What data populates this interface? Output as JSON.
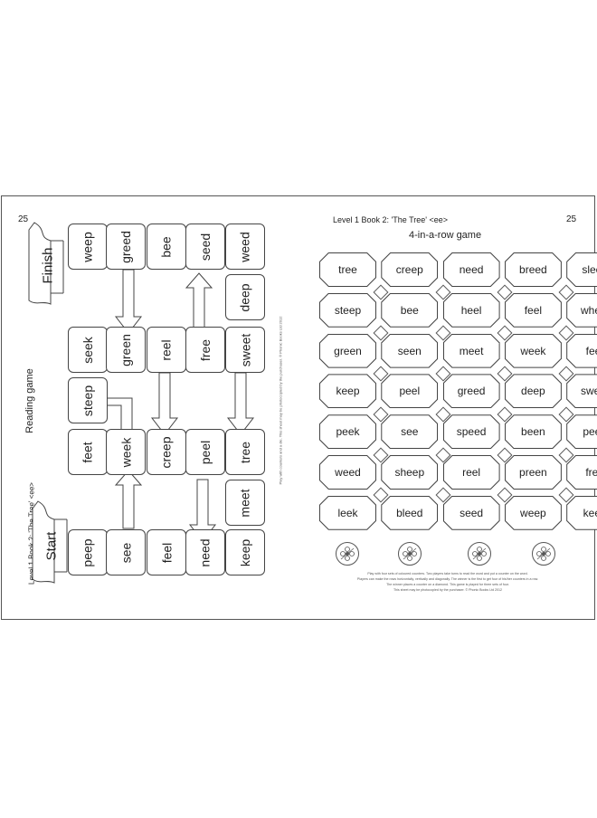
{
  "left_page": {
    "page_number": "25",
    "vertical_title": "Level 1 Book 2:  'The Tree'  <ee>",
    "game_title": "Reading game",
    "finish_label": "Finish",
    "start_label": "Start",
    "copyright": "Play with counters and a die.  This sheet may be photocopied by the purchaser.  © Phonic Books Ltd 2012",
    "rows": [
      [
        "weep",
        "greed",
        "bee",
        "seed",
        "weed"
      ],
      [
        "",
        "",
        "",
        "",
        "deep"
      ],
      [
        "seek",
        "green",
        "reel",
        "free",
        "sweet"
      ],
      [
        "steep",
        "",
        "",
        "",
        ""
      ],
      [
        "feet",
        "week",
        "creep",
        "peel",
        "tree"
      ],
      [
        "",
        "",
        "",
        "",
        "meet"
      ],
      [
        "peep",
        "see",
        "feel",
        "need",
        "keep"
      ]
    ]
  },
  "right_page": {
    "page_number": "25",
    "header": "Level 1 Book 2:  'The Tree'  <ee>",
    "game_title": "4-in-a-row game",
    "grid": [
      [
        "tree",
        "creep",
        "need",
        "breed",
        "sleep"
      ],
      [
        "steep",
        "bee",
        "heel",
        "feel",
        "wheel"
      ],
      [
        "green",
        "seen",
        "meet",
        "week",
        "feet"
      ],
      [
        "keep",
        "peel",
        "greed",
        "deep",
        "sweet"
      ],
      [
        "peek",
        "see",
        "speed",
        "been",
        "peep"
      ],
      [
        "weed",
        "sheep",
        "reel",
        "preen",
        "free"
      ],
      [
        "leek",
        "bleed",
        "seed",
        "weep",
        "keen"
      ]
    ],
    "counters": [
      "flower-icon",
      "flower-icon",
      "flower-icon",
      "flower-icon"
    ],
    "instructions": [
      "Play with four sets of coloured counters. Two players take turns to read the word and put a counter on the word.",
      "Players can make the rows horizontally, vertically and diagonally. The winner is the first to get four of his/her counters in a row.",
      "The winner places a counter on a diamond. This game is played for three sets of four.",
      "This sheet may be photocopied by the purchaser.  © Phonic Books Ltd 2012"
    ]
  }
}
